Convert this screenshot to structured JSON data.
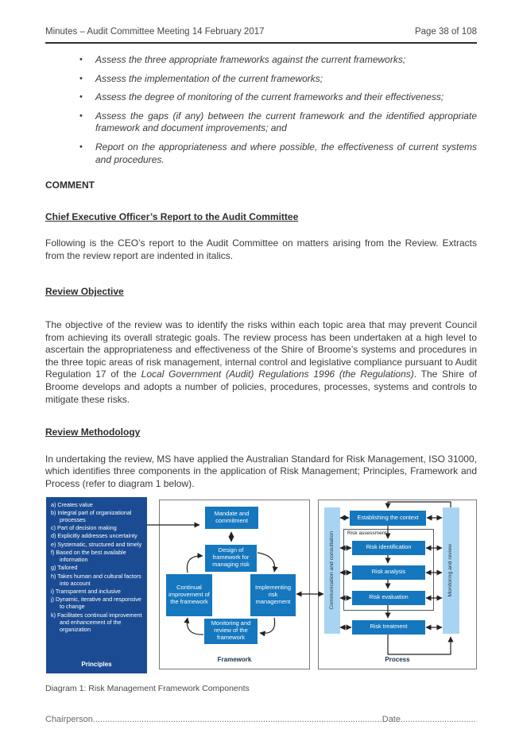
{
  "header": {
    "left": "Minutes – Audit Committee Meeting 14 February 2017",
    "right": "Page 38 of 108"
  },
  "bullets": [
    "Assess the three appropriate frameworks against the current frameworks;",
    "Assess the implementation of the current frameworks;",
    "Assess the degree of monitoring of the current frameworks and their effectiveness;",
    "Assess the gaps (if any) between the current framework and the identified appropriate framework and document improvements; and",
    "Report on the appropriateness and where possible, the effectiveness of current systems and procedures."
  ],
  "sections": {
    "comment_heading": "COMMENT",
    "ceo_heading": "Chief Executive Officer’s Report to the Audit Committee",
    "ceo_para": "Following is the CEO’s report to the Audit Committee on matters arising from the Review. Extracts from the review report are indented in italics.",
    "objective_heading": "Review Objective",
    "objective_para_1": "The objective of the review was to identify the risks within each topic area that may prevent Council from achieving its overall strategic goals. The review process has been undertaken at a high level to ascertain the appropriateness and effectiveness of the Shire of Broome’s systems and procedures in the three topic areas of risk management, internal control and legislative compliance pursuant to Audit Regulation 17 of the ",
    "objective_para_italic": "Local Government (Audit) Regulations 1996 (the Regulations)",
    "objective_para_2": ". The Shire of Broome develops and adopts a number of policies, procedures, processes, systems and controls to mitigate these risks.",
    "methodology_heading": "Review Methodology",
    "methodology_para": "In undertaking the review, MS have applied the Australian Standard for Risk Management, ISO 31000, which identifies three components in the application of Risk Management; Principles, Framework and Process (refer to diagram 1 below)."
  },
  "diagram": {
    "caption": "Diagram 1: Risk Management Framework Components",
    "principles": {
      "label": "Principles",
      "items": [
        "a) Creates value",
        "b) Integral part of organizational processes",
        "c) Part of decision making",
        "d) Explicitly addresses uncertainty",
        "e) Systematic, structured and timely",
        "f) Based on the best available information",
        "g) Tailored",
        "h) Takes human and cultural factors into account",
        "i) Transparent and inclusive",
        "j) Dynamic, iterative and responsive to change",
        "k) Facilitates continual improvement and enhancement of the organization"
      ]
    },
    "framework": {
      "label": "Framework",
      "mandate": "Mandate and commitment",
      "design": "Design of framework for managing risk",
      "implementing": "Implementing risk management",
      "monitoring": "Monitoring and review of the framework",
      "continual": "Continual improvement of the framework"
    },
    "process": {
      "label": "Process",
      "comm_bar": "Communication and consultation",
      "monitor_bar": "Monitoring and review",
      "assessment_label": "Risk assessment",
      "boxes": [
        "Establishing the context",
        "Risk identification",
        "Risk analysis",
        "Risk evaluation",
        "Risk treatment"
      ]
    }
  },
  "footer": {
    "chairperson_label": "Chairperson",
    "date_label": "Date",
    "dots_long": "....................................................................................................................................................................................",
    "dots_short": "..................................."
  },
  "colors": {
    "panel_dark": "#1B4C93",
    "box_blue": "#1577BE",
    "bar_light": "#A9D4F1"
  }
}
